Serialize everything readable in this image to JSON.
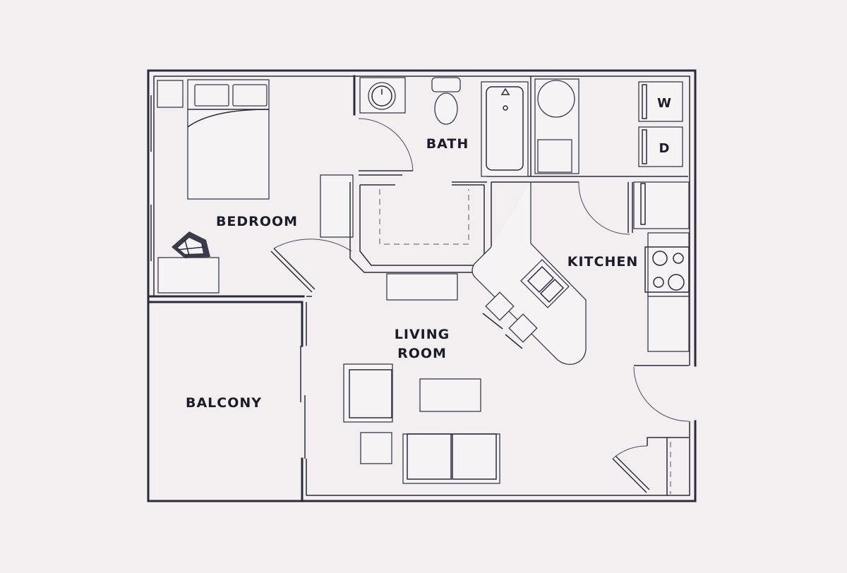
{
  "rooms": {
    "bedroom": "BEDROOM",
    "bath": "BATH",
    "kitchen": "KITCHEN",
    "living_line1": "LIVING",
    "living_line2": "ROOM",
    "balcony": "BALCONY"
  },
  "appliances": {
    "washer": "W",
    "dryer": "D"
  },
  "colors": {
    "background": "#f3eff1",
    "line": "#2a2a38"
  }
}
